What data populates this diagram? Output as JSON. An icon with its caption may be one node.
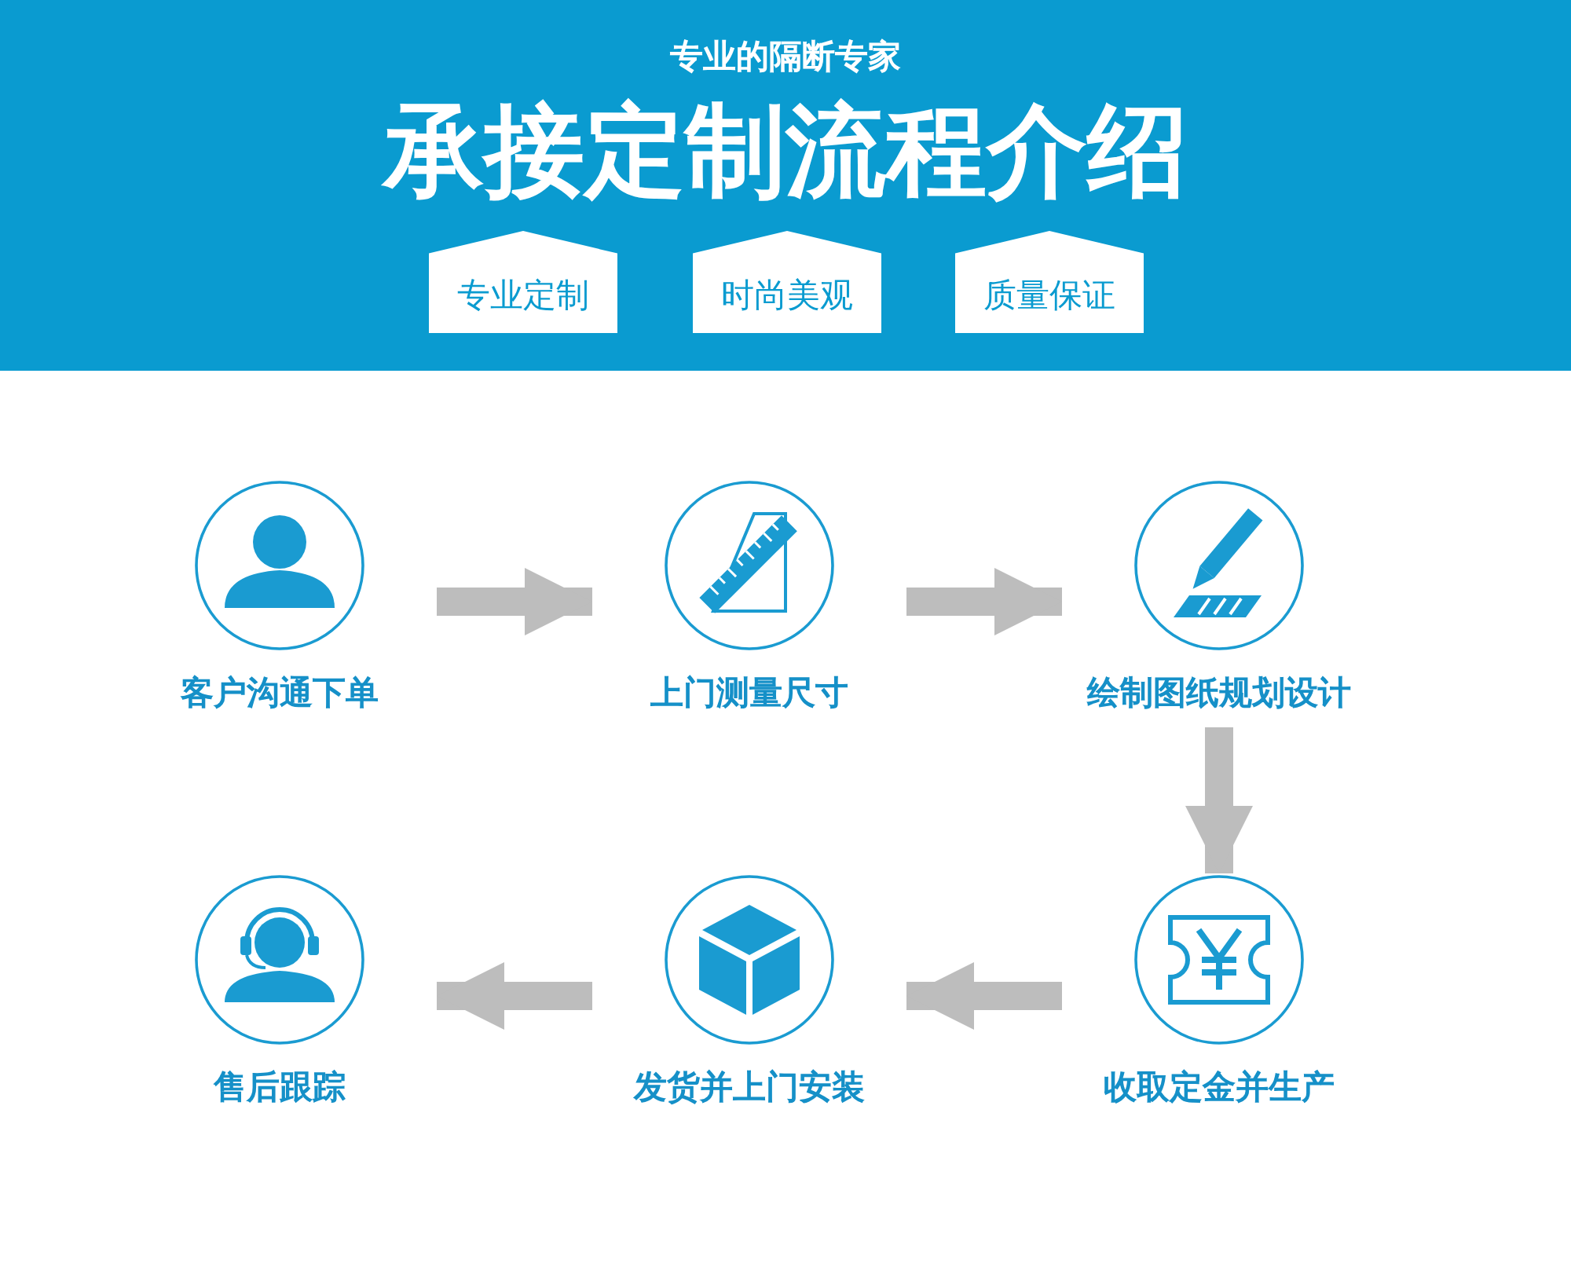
{
  "diagram": {
    "title": "承接定制流程介绍",
    "nodes": [
      {
        "text": [
          "专业定制"
        ]
      },
      {
        "text": [
          "时尚美观"
        ]
      },
      {
        "text": [
          "质量保证"
        ]
      },
      {
        "text": [
          "客户沟通下单"
        ]
      },
      {
        "text": [
          "上门测量尺寸"
        ]
      },
      {
        "text": [
          "绘制图纸规划设计"
        ]
      },
      {
        "text": [
          "售后跟踪"
        ]
      },
      {
        "text": [
          "发货并上门安装"
        ]
      },
      {
        "text": [
          "收取定金并生产"
        ]
      }
    ],
    "edges": [
      {
        "from": 3,
        "to": 4,
        "arrow": "to"
      },
      {
        "from": 4,
        "to": 5,
        "arrow": "to"
      },
      {
        "from": 5,
        "to": 8,
        "arrow": "to"
      },
      {
        "from": 8,
        "to": 7,
        "arrow": "to"
      },
      {
        "from": 7,
        "to": 6,
        "arrow": "to"
      }
    ],
    "labels": [
      "专业的隔断专家"
    ]
  }
}
